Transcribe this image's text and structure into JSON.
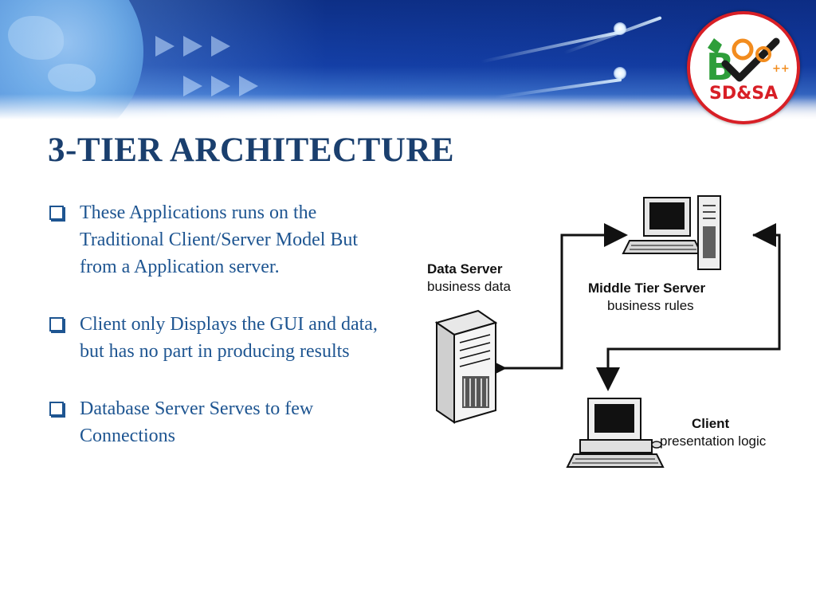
{
  "slide": {
    "title": "3-TIER ARCHITECTURE",
    "bullets": [
      "These Applications runs on the Traditional Client/Server Model But from a Application server.",
      "Client only Displays the GUI and data, but has no part in producing results",
      "Database Server Serves to few Connections"
    ]
  },
  "logo": {
    "text": "SD&SA",
    "colors": {
      "ring": "#d81f26",
      "green": "#2e9e3a",
      "orange": "#f28c1e",
      "dark": "#1b1b1b"
    }
  },
  "diagram": {
    "data_server": {
      "title": "Data Server",
      "subtitle": "business data",
      "icon": "server-tower-icon"
    },
    "middle_tier": {
      "title": "Middle Tier Server",
      "subtitle": "business rules",
      "icon": "workstation-server-icon"
    },
    "client": {
      "title": "Client",
      "subtitle": "presentation logic",
      "icon": "desktop-computer-icon"
    }
  },
  "colors": {
    "title": "#1a3f6e",
    "body_text": "#1e5591",
    "header_blue": "#143fa6"
  }
}
